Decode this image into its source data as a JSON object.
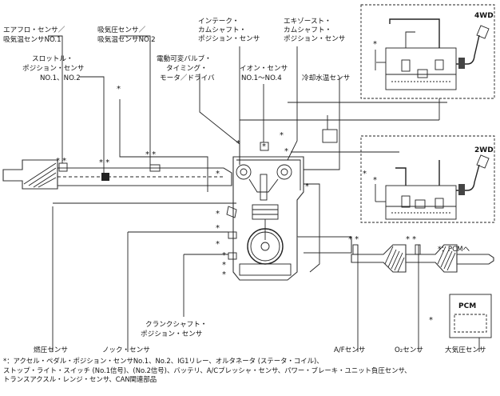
{
  "labels": {
    "airflow": [
      "エアフロ・センサ／",
      "吸気温センサNO.1"
    ],
    "map": [
      "吸気圧センサ／",
      "吸気温センサNO.2"
    ],
    "intake_cam": [
      "インテーク・",
      "カムシャフト・",
      "ポジション・センサ"
    ],
    "exhaust_cam": [
      "エキゾースト・",
      "カムシャフト・",
      "ポジション・センサ"
    ],
    "throttle": [
      "スロットル・",
      "ポジション・センサ",
      "NO.1、NO.2"
    ],
    "vvt": [
      "電動可変バルブ・",
      "タイミング・",
      "モータ／ドライバ"
    ],
    "ion": [
      "イオン・センサ",
      "NO.1～NO.4"
    ],
    "coolant": "冷却水温センサ",
    "crank": [
      "クランクシャフト・",
      "ポジション・センサ"
    ],
    "fuel_pressure": "燃圧センサ",
    "knock": "ノック・センサ",
    "af": "A/Fセンサ",
    "o2": "O₂センサ",
    "baro": "大気圧センサ",
    "pcm": "PCM",
    "pcm_note": "*：PCMへ",
    "awd": "4WD",
    "fwd": "2WD"
  },
  "footnote": [
    "*：アクセル・ペダル・ポジション・センサNo.1、No.2、IG1リレー、オルタネータ (ステータ・コイル)、",
    "ストップ・ライト・スイッチ (No.1信号)、(No.2信号)、バッテリ、A/Cプレッシャ・センサ、パワー・ブレーキ・ユニット負圧センサ、",
    "トランスアクスル・レンジ・センサ、CAN関連部品"
  ]
}
